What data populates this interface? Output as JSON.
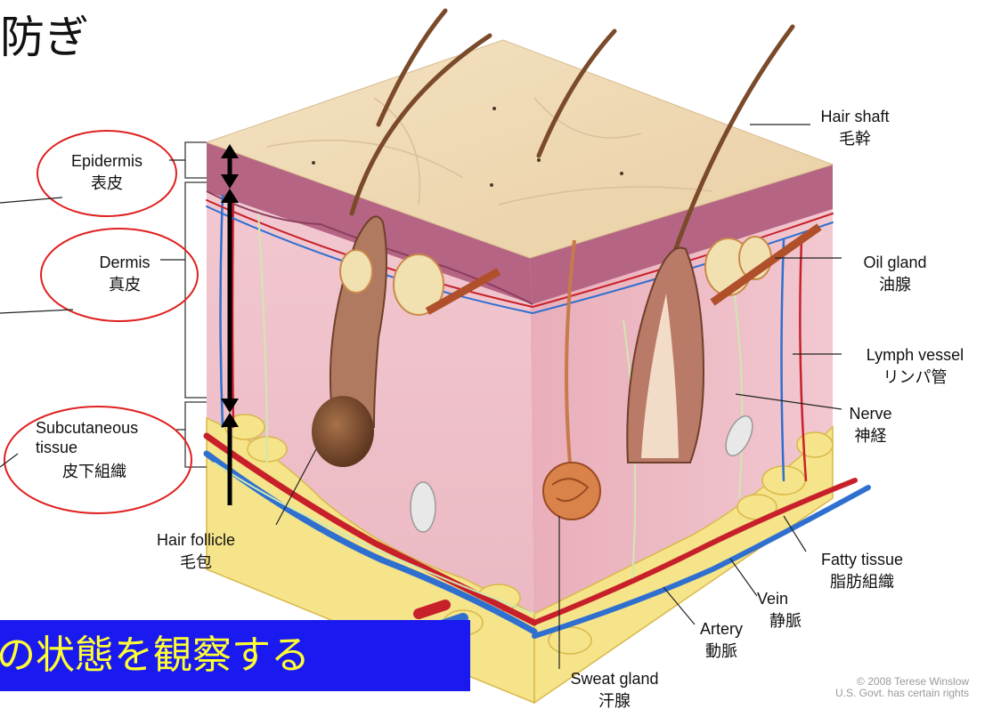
{
  "title_fragment": "防ぎ",
  "banner_text": "の状態を観察する",
  "credit": {
    "line1": "© 2008 Terese Winslow",
    "line2": "U.S. Govt. has certain rights"
  },
  "left_labels": {
    "epidermis": {
      "en": "Epidermis",
      "ja": "表皮"
    },
    "dermis": {
      "en": "Dermis",
      "ja": "真皮"
    },
    "subcutaneous": {
      "en1": "Subcutaneous",
      "en2": "tissue",
      "ja": "皮下組織"
    }
  },
  "labels": {
    "hair_shaft": {
      "en": "Hair shaft",
      "ja": "毛幹"
    },
    "oil_gland": {
      "en": "Oil gland",
      "ja": "油腺"
    },
    "lymph_vessel": {
      "en": "Lymph vessel",
      "ja": "リンパ管"
    },
    "nerve": {
      "en": "Nerve",
      "ja": "神経"
    },
    "fatty_tissue": {
      "en": "Fatty tissue",
      "ja": "脂肪組織"
    },
    "vein": {
      "en": "Vein",
      "ja": "静脈"
    },
    "artery": {
      "en": "Artery",
      "ja": "動脈"
    },
    "sweat_gland": {
      "en": "Sweat gland",
      "ja": "汗腺"
    },
    "hair_follicle": {
      "en": "Hair follicle",
      "ja": "毛包"
    }
  },
  "colors": {
    "banner_bg": "#1a1af0",
    "banner_text": "#ffff33",
    "oval_outline": "#e02020",
    "skin_top": "#f2dcb4",
    "dermis": "#eeb9c4",
    "epidermis": "#b96a86",
    "fat": "#f5e48a",
    "artery": "#c8202a",
    "vein": "#2f6fd0"
  }
}
